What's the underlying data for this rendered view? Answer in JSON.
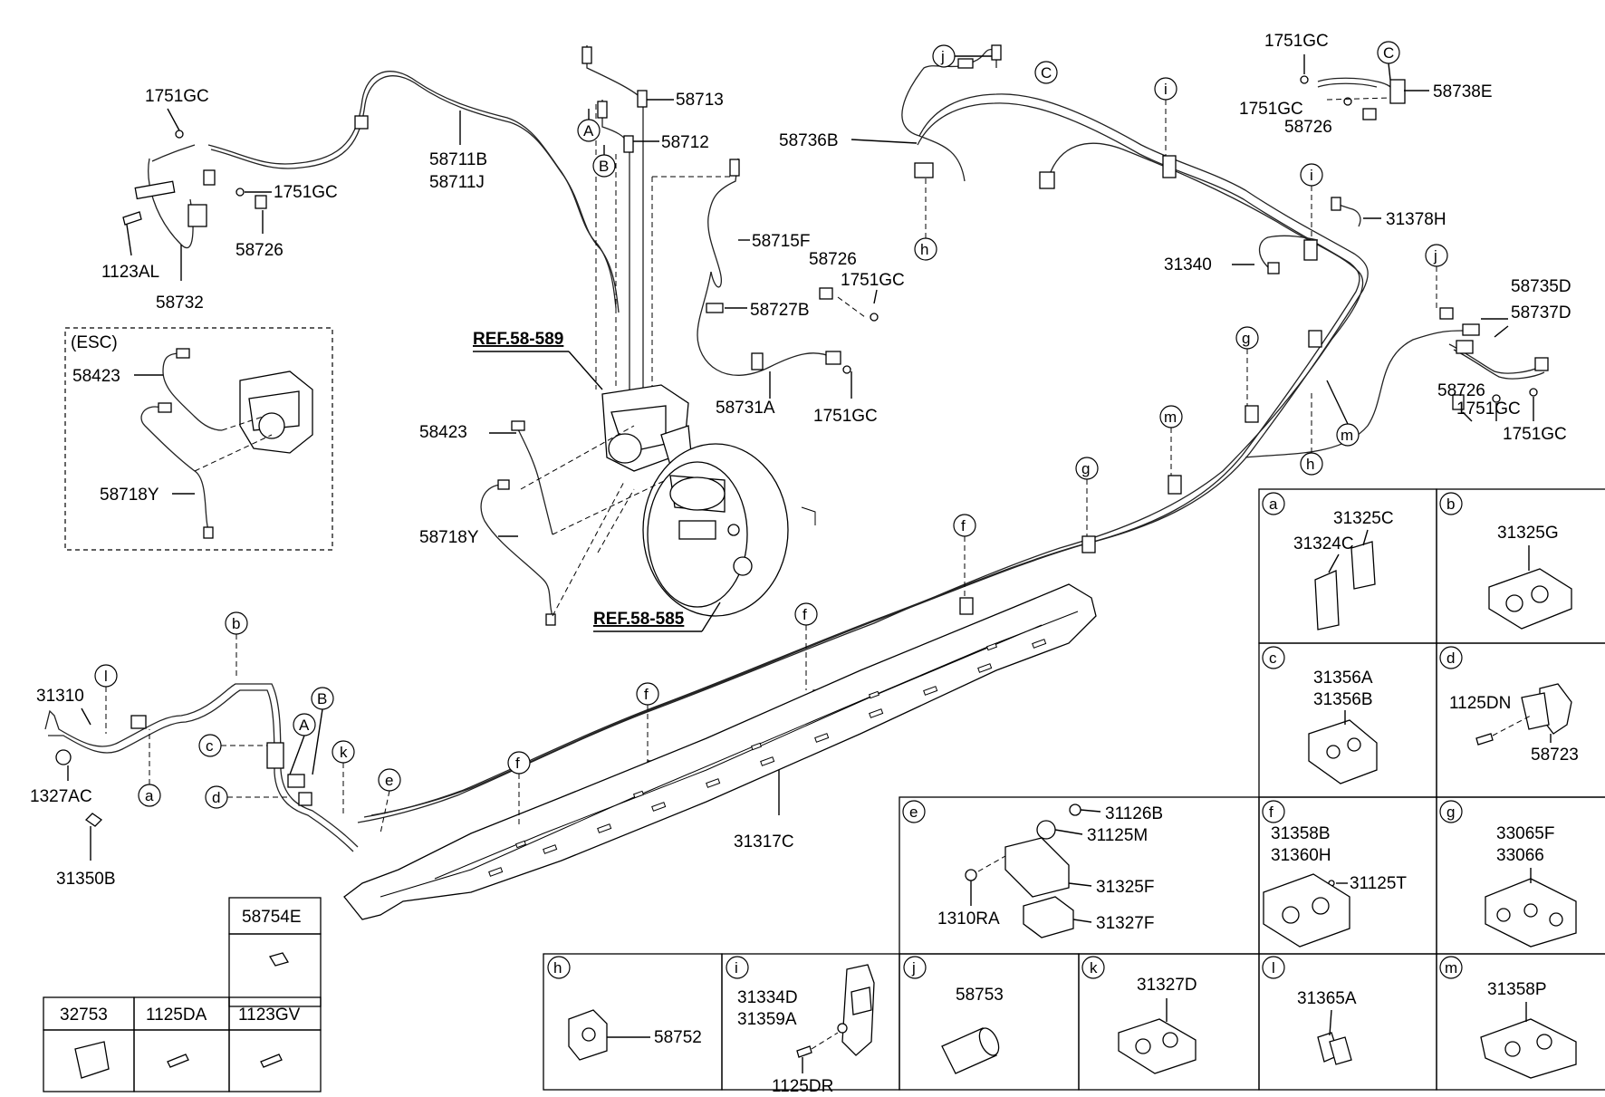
{
  "labels": {
    "p1751GC_a": "1751GC",
    "p1751GC_b": "1751GC",
    "p1123AL": "1123AL",
    "p58726_a": "58726",
    "p58732": "58732",
    "p58711B": "58711B",
    "p58711J": "58711J",
    "p58713": "58713",
    "p58712": "58712",
    "p58715F": "58715F",
    "p58726_b": "58726",
    "p1751GC_c": "1751GC",
    "p58727B": "58727B",
    "p58731A": "58731A",
    "p1751GC_d": "1751GC",
    "esc": "(ESC)",
    "p58423_a": "58423",
    "p58718Y_a": "58718Y",
    "ref589": "REF.58-589",
    "p58423_b": "58423",
    "p58718Y_b": "58718Y",
    "ref585": "REF.58-585",
    "p58736B": "58736B",
    "p1751GC_e": "1751GC",
    "p1751GC_f": "1751GC",
    "p58726_c": "58726",
    "p58738E": "58738E",
    "p31378H": "31378H",
    "p31340": "31340",
    "p58735D": "58735D",
    "p58737D": "58737D",
    "p58726_d": "58726",
    "p1751GC_g": "1751GC",
    "p1751GC_h": "1751GC",
    "p31310": "31310",
    "p1327AC": "1327AC",
    "p31350B": "31350B",
    "p31317C": "31317C",
    "p58754E": "58754E",
    "p32753": "32753",
    "p1125DA": "1125DA",
    "p1123GV": "1123GV"
  },
  "bubbles": {
    "A": "A",
    "B": "B",
    "C": "C",
    "a": "a",
    "b": "b",
    "c": "c",
    "d": "d",
    "e": "e",
    "f": "f",
    "g": "g",
    "h": "h",
    "i": "i",
    "j": "j",
    "k": "k",
    "l": "l",
    "m": "m"
  },
  "panels": {
    "a": {
      "letter": "a",
      "parts": [
        "31325C",
        "31324C"
      ]
    },
    "b": {
      "letter": "b",
      "parts": [
        "31325G"
      ]
    },
    "c": {
      "letter": "c",
      "parts": [
        "31356A",
        "31356B"
      ]
    },
    "d": {
      "letter": "d",
      "parts": [
        "1125DN",
        "58723"
      ]
    },
    "e": {
      "letter": "e",
      "parts": [
        "31126B",
        "31125M",
        "31325F",
        "1310RA",
        "31327F"
      ]
    },
    "f": {
      "letter": "f",
      "parts": [
        "31358B",
        "31360H",
        "31125T"
      ]
    },
    "g": {
      "letter": "g",
      "parts": [
        "33065F",
        "33066"
      ]
    },
    "h": {
      "letter": "h",
      "parts": [
        "58752"
      ]
    },
    "i": {
      "letter": "i",
      "parts": [
        "31334D",
        "31359A",
        "1125DR"
      ]
    },
    "j": {
      "letter": "j",
      "parts": [
        "58753"
      ]
    },
    "k": {
      "letter": "k",
      "parts": [
        "31327D"
      ]
    },
    "l": {
      "letter": "l",
      "parts": [
        "31365A"
      ]
    },
    "m": {
      "letter": "m",
      "parts": [
        "31358P"
      ]
    }
  }
}
